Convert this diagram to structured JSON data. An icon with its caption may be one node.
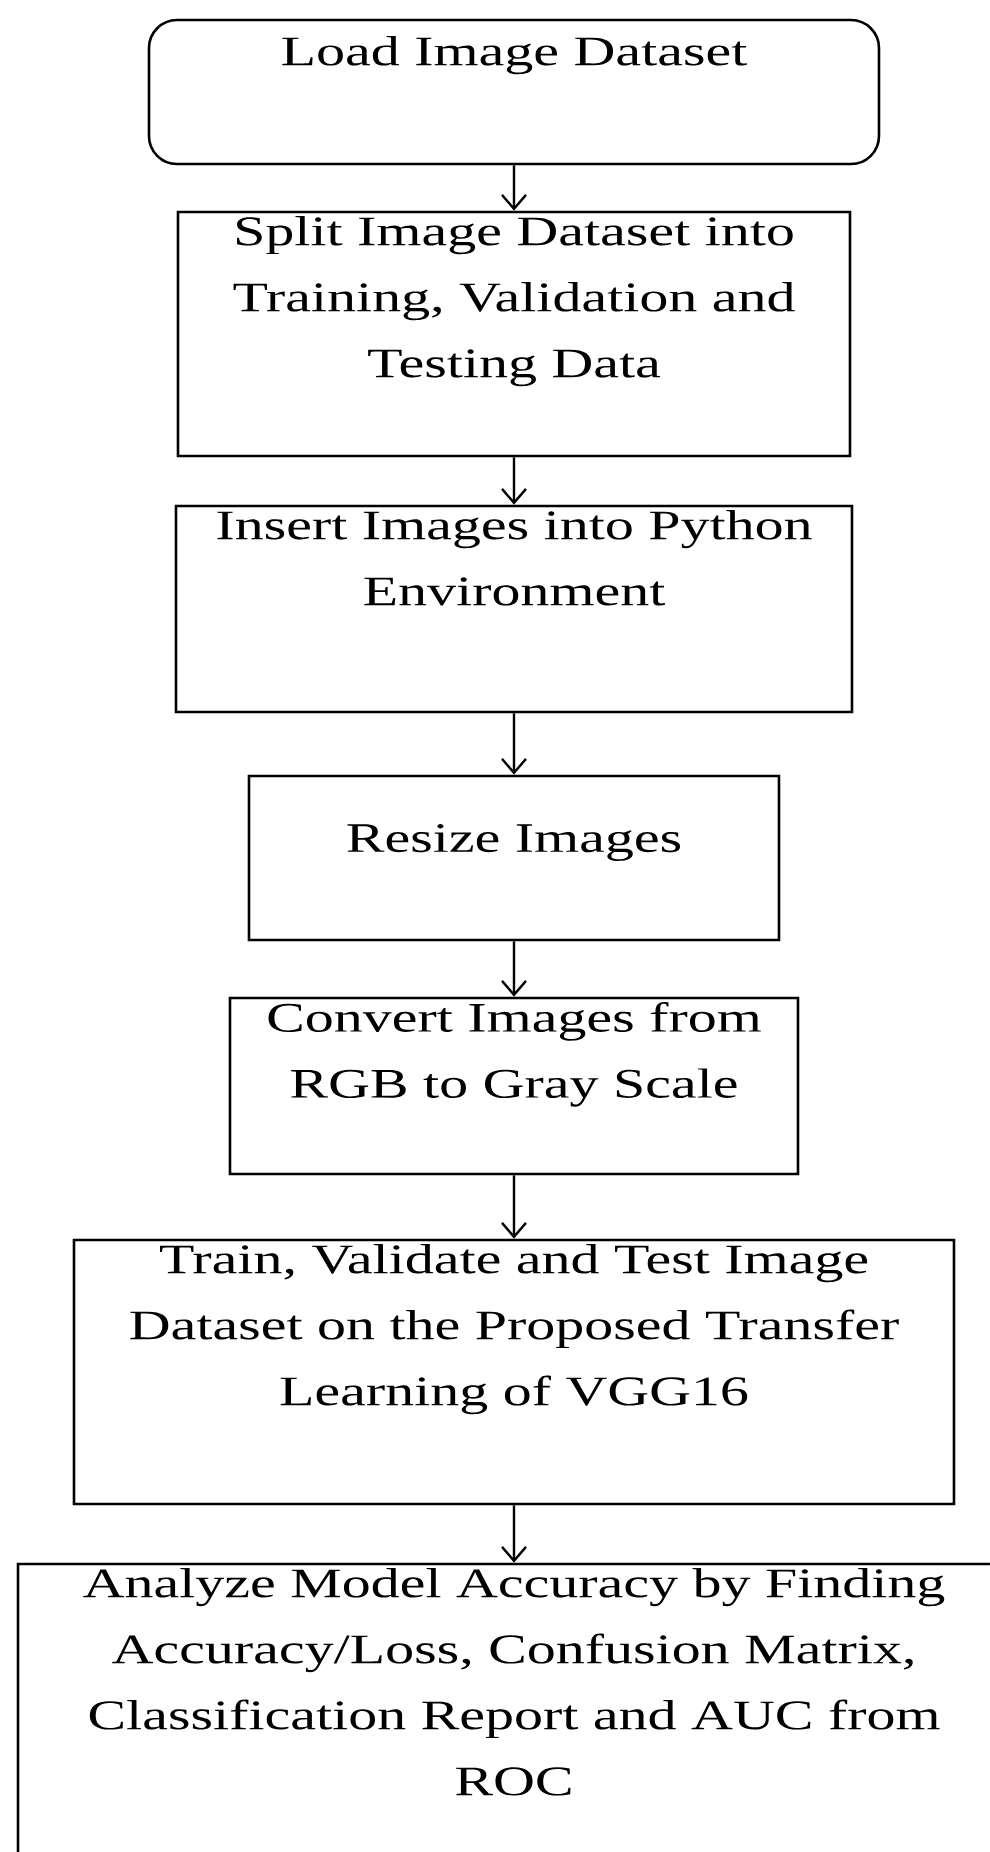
{
  "diagram": {
    "nodes": [
      {
        "text": [
          "Load Image Dataset"
        ]
      },
      {
        "text": [
          "Split Image Dataset into Training, Validation and Testing Data"
        ]
      },
      {
        "text": [
          "Insert Images into Python Environment"
        ]
      },
      {
        "text": [
          "Resize Images"
        ]
      },
      {
        "text": [
          "Convert Images from RGB to Gray Scale"
        ]
      },
      {
        "text": [
          "Train, Validate and Test Image Dataset on the Proposed Transfer Learning of VGG16"
        ]
      },
      {
        "text": [
          "Analyze Model Accuracy by Finding Accuracy/Loss, Confusion Matrix, Classification Report and AUC from ROC"
        ]
      }
    ],
    "edges": [
      {
        "from": 0,
        "to": 1,
        "arrow": "to"
      },
      {
        "from": 1,
        "to": 2,
        "arrow": "to"
      },
      {
        "from": 2,
        "to": 3,
        "arrow": "to"
      },
      {
        "from": 3,
        "to": 4,
        "arrow": "to"
      },
      {
        "from": 4,
        "to": 5,
        "arrow": "to"
      },
      {
        "from": 5,
        "to": 6,
        "arrow": "to"
      }
    ]
  }
}
